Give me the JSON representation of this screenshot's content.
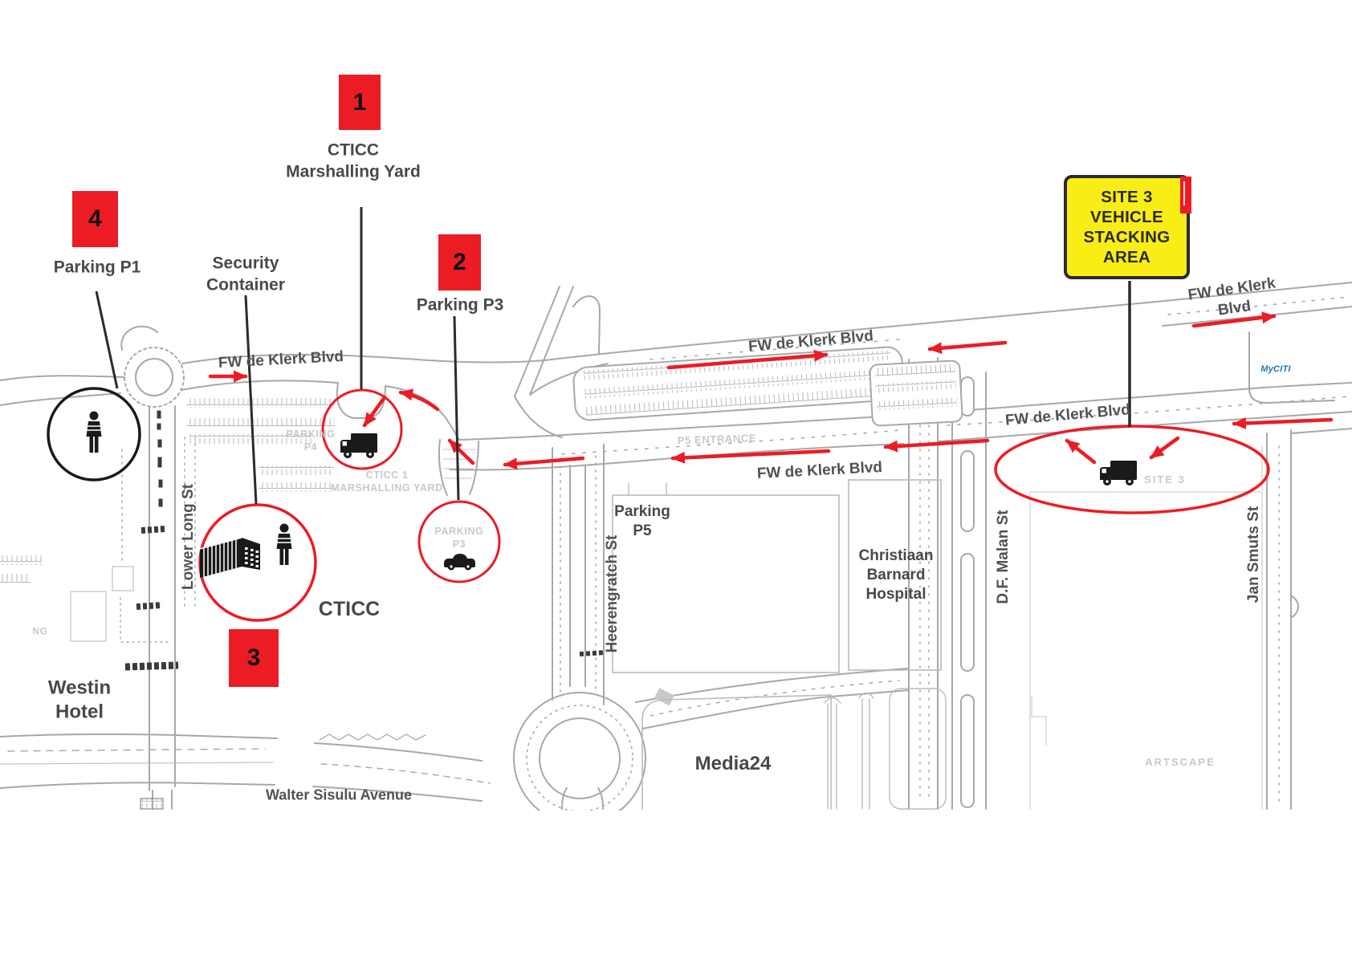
{
  "sign": {
    "text": "SITE 3\nVEHICLE\nSTACKING\nAREA"
  },
  "callouts": {
    "marshalling_yard": {
      "number": "1",
      "label": "CTICC\nMarshalling Yard"
    },
    "parking_p3": {
      "number": "2",
      "label": "Parking P3"
    },
    "security_container": {
      "number": "3",
      "label": "Security\nContainer"
    },
    "parking_p1": {
      "number": "4",
      "label": "Parking P1"
    }
  },
  "streets": {
    "fw_de_klerk": "FW de Klerk Blvd",
    "lower_long": "Lower Long St",
    "heerengratch": "Heerengratch St",
    "df_malan": "D.F. Malan St",
    "jan_smuts": "Jan Smuts St",
    "walter_sisulu": "Walter Sisulu Avenue"
  },
  "places": {
    "westin": "Westin\nHotel",
    "cticc": "CTICC",
    "media24": "Media24",
    "parking_p5": "Parking\nP5",
    "hospital": "Christiaan\nBarnard\nHospital",
    "artscape": "ARTSCAPE",
    "myciti": "MyCITI"
  },
  "map_texts": {
    "parking_p4": "PARKING\nP4",
    "cticc_marshalling": "CTICC 1\nMARSHALLING YARD",
    "p5_entrance": "P5 ENTRANCE",
    "parking_p3_circle": "PARKING\nP3",
    "site3": "SITE 3",
    "parking_fragment": "NG"
  },
  "colors": {
    "route_red": "#EC1C24",
    "sign_yellow": "#F9ED16",
    "map_line_gray": "#A6A8AB",
    "label_dark": "#4A4B4D",
    "faint_gray": "#C7C9CB",
    "icon_black": "#1A1A1A",
    "myciti_blue": "#1B75BB"
  }
}
